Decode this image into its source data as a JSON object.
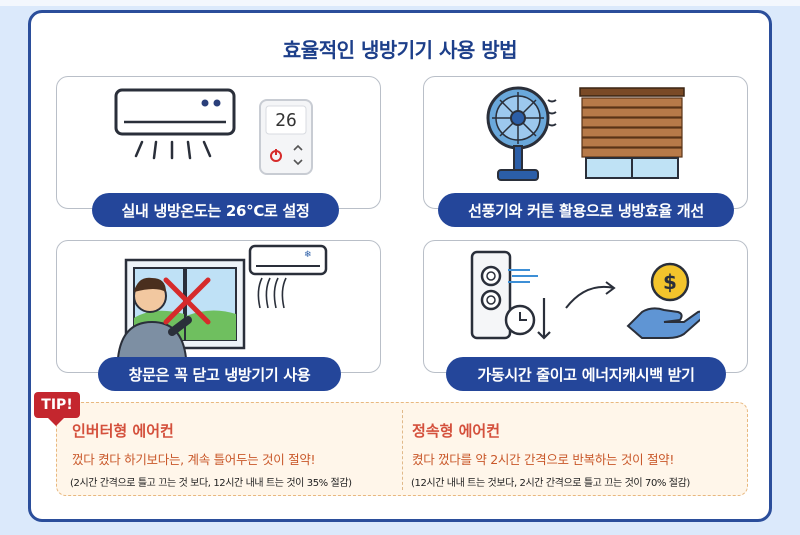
{
  "title": "효율적인 냉방기기 사용 방법",
  "thermostat": {
    "display": "26"
  },
  "cards": [
    {
      "caption": "실내 냉방온도는 26°C로 설정"
    },
    {
      "caption": "선풍기와 커튼 활용으로 냉방효율 개선"
    },
    {
      "caption": "창문은 꼭 닫고 냉방기기 사용"
    },
    {
      "caption": "가동시간 줄이고 에너지캐시백 받기"
    }
  ],
  "tip": {
    "badge": "TIP!",
    "left": {
      "heading": "인버터형 에어컨",
      "text": "껐다 켰다 하기보다는, 계속 틀어두는 것이 절약!",
      "note": "(2시간 간격으로 틀고 끄는 것 보다, 12시간 내내 트는 것이 35% 절감)"
    },
    "right": {
      "heading": "정속형 에어컨",
      "text": "켰다 껐다를 약 2시간 간격으로 반복하는 것이 절약!",
      "note": "(12시간 내내 트는 것보다, 2시간 간격으로 틀고 끄는 것이 70% 절감)"
    }
  },
  "icons": [
    "air-conditioner-icon",
    "thermostat-icon",
    "fan-icon",
    "blinds-icon",
    "person-icon",
    "closed-window-icon",
    "tower-ac-icon",
    "clock-icon",
    "money-hand-icon",
    "dollar-coin-icon"
  ],
  "colors": {
    "primary": "#24469a",
    "tip_red": "#c4262e",
    "tip_text": "#d4503c",
    "background": "#dbe9fb"
  }
}
